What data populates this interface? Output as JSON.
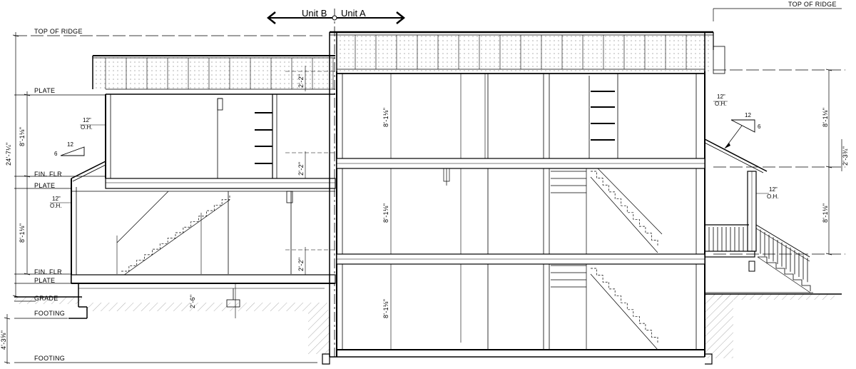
{
  "units": {
    "left": "Unit B",
    "right": "Unit A"
  },
  "levels_left": {
    "top_of_ridge": "TOP OF RIDGE",
    "plate_upper": "PLATE",
    "fin_flr_upper": "FIN. FLR",
    "plate_lower": "PLATE",
    "fin_flr_lower": "FIN. FLR",
    "plate_grade": "PLATE",
    "grade": "GRADE",
    "footing_upper": "FOOTING",
    "footing_lower": "FOOTING"
  },
  "levels_right": {
    "top_of_ridge": "TOP OF RIDGE"
  },
  "dims_left": {
    "overall": "24'-7¼\"",
    "upper_story": "8'-1⅛\"",
    "lower_story": "8'-1⅛\"",
    "foundation": "4'-3⅝\""
  },
  "dims_center": {
    "joist_1": "2'-2\"",
    "joist_2": "2'-2\"",
    "joist_3": "2'-2\"",
    "crawl": "2'-6\""
  },
  "dims_unit_a": {
    "story_3": "8'-1⅛\"",
    "story_2": "8'-1⅛\"",
    "story_1": "8'-1⅛\""
  },
  "dims_right": {
    "upper": "8'-1⅛\"",
    "roof": "2'-3¾\"",
    "lower": "8'-1⅛\""
  },
  "overhangs": {
    "left_upper_value": "12\"",
    "left_upper_tag": "O.H.",
    "left_lower_value": "12\"",
    "left_lower_tag": "O.H.",
    "right_upper_value": "12\"",
    "right_upper_tag": "O.H.",
    "right_lower_value": "12\"",
    "right_lower_tag": "O.H."
  },
  "roof_pitch_left": {
    "rise": "6",
    "run": "12"
  },
  "roof_pitch_right": {
    "rise": "6",
    "run": "12"
  }
}
